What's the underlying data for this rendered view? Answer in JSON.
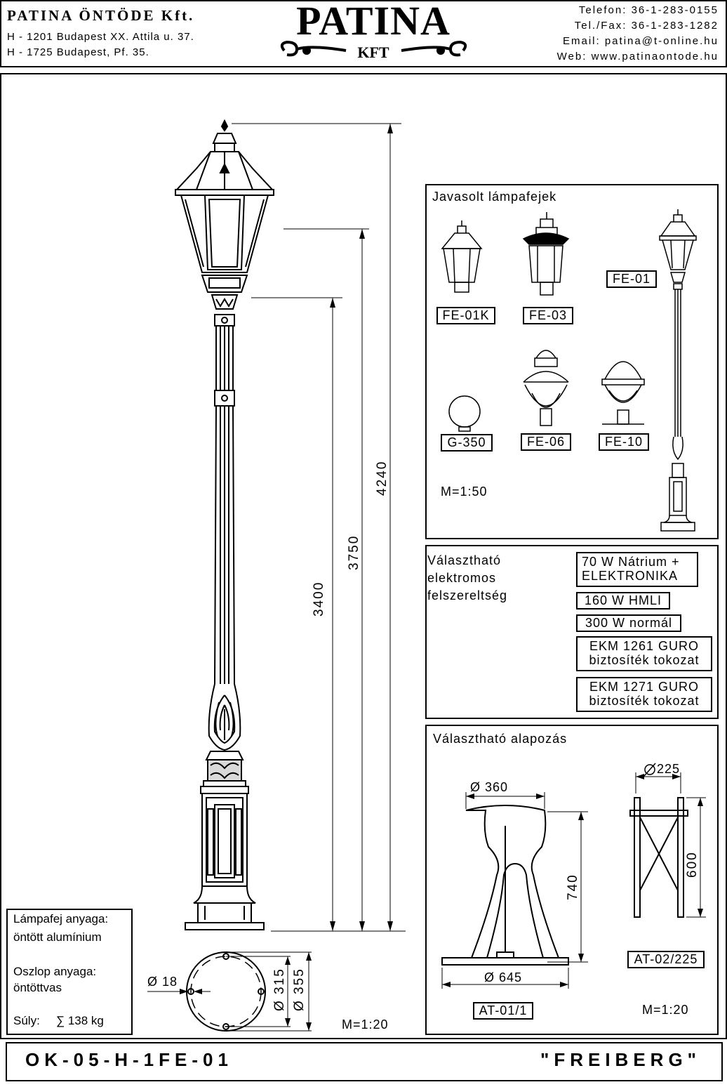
{
  "header": {
    "company": "PATINA ÖNTÖDE Kft.",
    "address1": "H - 1201 Budapest XX. Attila u. 37.",
    "address2": "H - 1725 Budapest, Pf. 35.",
    "logo_text": "PATINA",
    "logo_sub": "KFT",
    "phone": "Telefon: 36-1-283-0155",
    "fax": "Tel./Fax: 36-1-283-1282",
    "email": "Email: patina@t-online.hu",
    "web": "Web: www.patinaontode.hu"
  },
  "dimensions": {
    "total": "4240",
    "mid": "3750",
    "pole": "3400",
    "d18": "Ø 18",
    "d315": "Ø 315",
    "d355": "Ø 355",
    "scale": "M=1:20"
  },
  "lamp_heads": {
    "title": "Javasolt lámpafejek",
    "items": [
      "FE-01K",
      "FE-03",
      "FE-01",
      "G-350",
      "FE-06",
      "FE-10"
    ],
    "scale": "M=1:50"
  },
  "electrical": {
    "title_lines": [
      "Választható",
      "elektromos",
      "felszereltség"
    ],
    "options": [
      [
        "70 W Nátrium +",
        "ELEKTRONIKA"
      ],
      [
        "160 W HMLI"
      ],
      [
        "300 W normál"
      ],
      [
        "EKM 1261 GURO",
        "biztosíték tokozat"
      ],
      [
        "EKM 1271 GURO",
        "biztosíték tokozat"
      ]
    ]
  },
  "foundation": {
    "title": "Választható alapozás",
    "d360": "Ø 360",
    "d645": "Ø 645",
    "h740": "740",
    "d225": "225",
    "h600": "600",
    "at01": "AT-01/1",
    "at02": "AT-02/225",
    "scale": "M=1:20"
  },
  "materials": {
    "head_label": "Lámpafej anyaga:",
    "head_value": "öntött alumínium",
    "pole_label": "Oszlop anyaga:",
    "pole_value": "öntöttvas",
    "weight_label": "Súly:",
    "weight_value": "∑ 138 kg"
  },
  "footer": {
    "code": "OK-05-H-1FE-01",
    "name": "\"FREIBERG\""
  }
}
